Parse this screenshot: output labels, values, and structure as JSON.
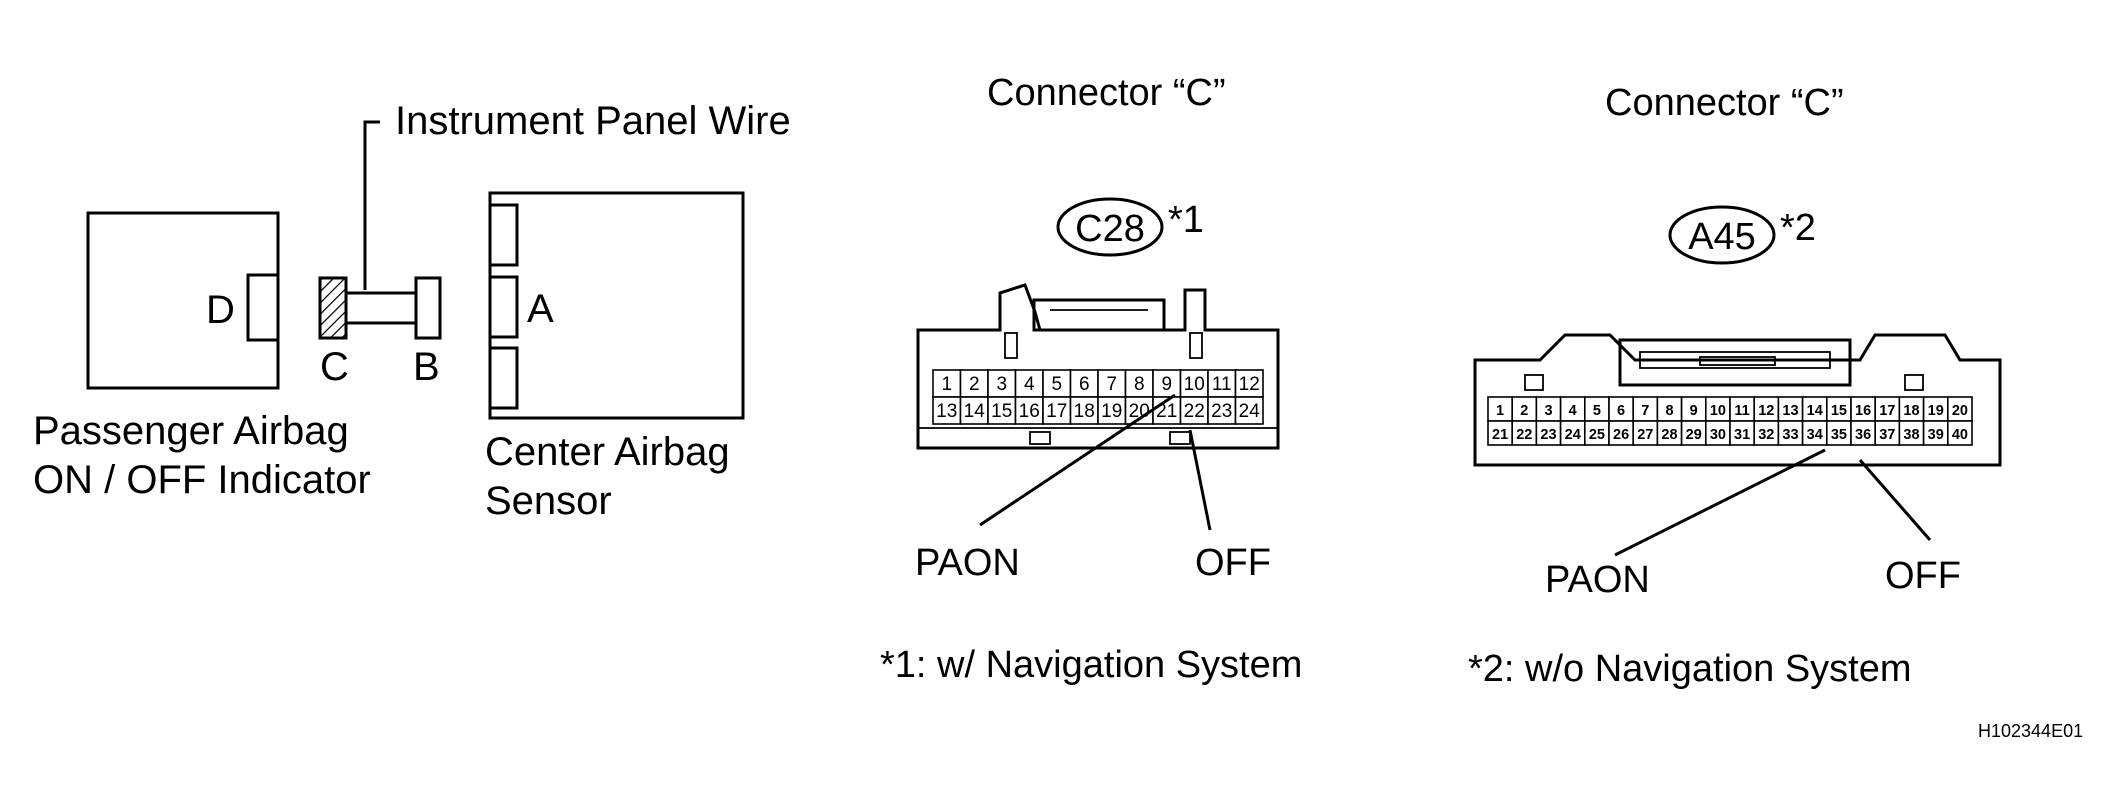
{
  "left_diagram": {
    "harness_label": "Instrument Panel Wire",
    "indicator_label_line1": "Passenger Airbag",
    "indicator_label_line2": "ON / OFF Indicator",
    "sensor_label_line1": "Center Airbag",
    "sensor_label_line2": "Sensor",
    "connector_letters": {
      "d": "D",
      "c": "C",
      "b": "B",
      "a": "A"
    }
  },
  "connector_nav": {
    "title": "Connector “C”",
    "code": "C28",
    "note_mark": "*1",
    "pins_top": [
      "1",
      "2",
      "3",
      "4",
      "5",
      "6",
      "7",
      "8",
      "9",
      "10",
      "11",
      "12"
    ],
    "pins_bottom": [
      "13",
      "14",
      "15",
      "16",
      "17",
      "18",
      "19",
      "20",
      "21",
      "22",
      "23",
      "24"
    ],
    "callout_left": "PAON",
    "callout_right": "OFF",
    "footnote": "*1: w/ Navigation System"
  },
  "connector_no_nav": {
    "title": "Connector “C”",
    "code": "A45",
    "note_mark": "*2",
    "pins_top": [
      "1",
      "2",
      "3",
      "4",
      "5",
      "6",
      "7",
      "8",
      "9",
      "10",
      "11",
      "12",
      "13",
      "14",
      "15",
      "16",
      "17",
      "18",
      "19",
      "20"
    ],
    "pins_bottom": [
      "21",
      "22",
      "23",
      "24",
      "25",
      "26",
      "27",
      "28",
      "29",
      "30",
      "31",
      "32",
      "33",
      "34",
      "35",
      "36",
      "37",
      "38",
      "39",
      "40"
    ],
    "callout_left": "PAON",
    "callout_right": "OFF",
    "footnote": "*2: w/o Navigation System"
  },
  "figure_id": "H102344E01"
}
